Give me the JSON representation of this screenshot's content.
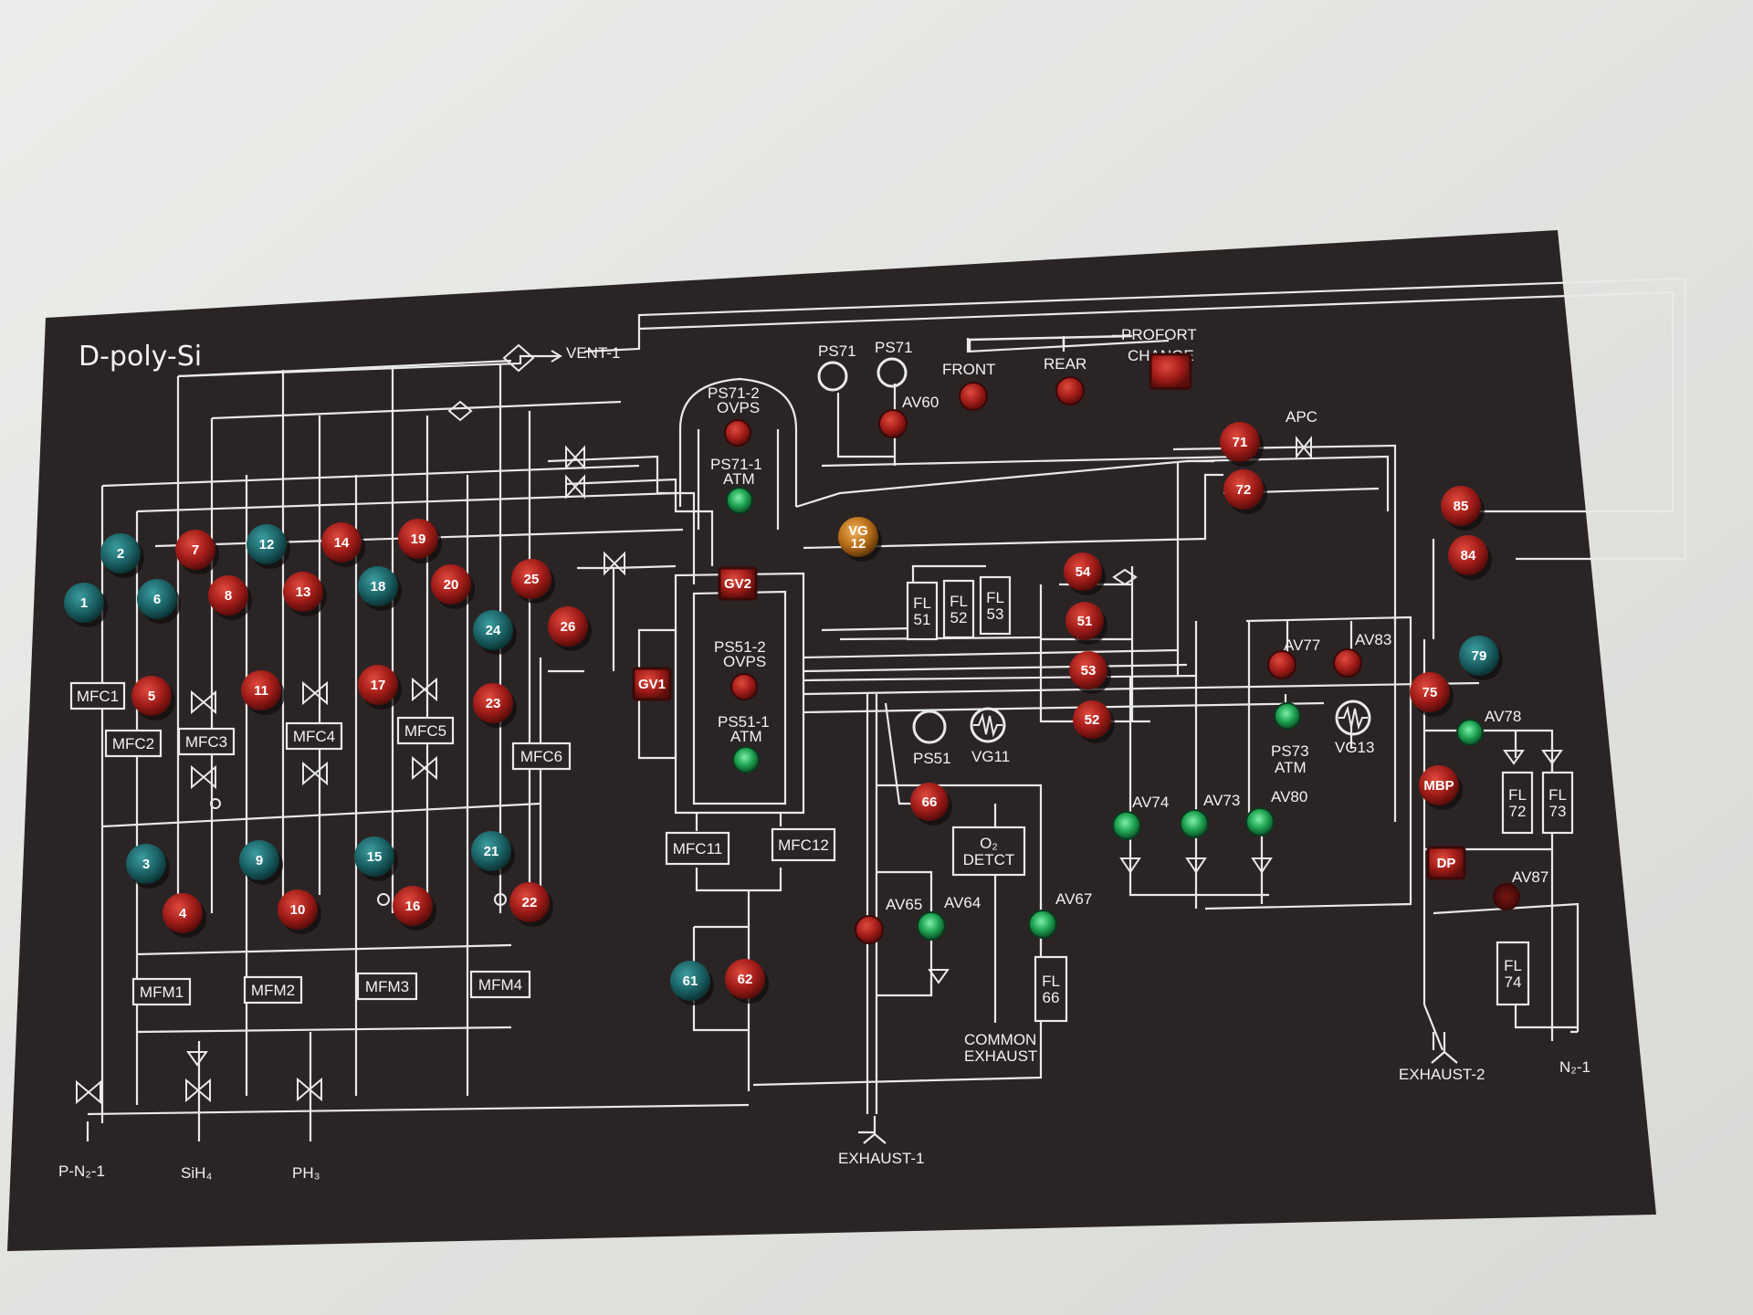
{
  "panel": {
    "title": "D-poly-Si",
    "colors": {
      "panel": "#2b2526",
      "line": "#e9e9e9",
      "red": "#b0201c",
      "teal": "#1f6f72",
      "green": "#22b05a",
      "amber": "#c77a1c"
    }
  },
  "labels": {
    "vent": "VENT-1",
    "ps71_a": "PS71",
    "ps71_b": "PS71",
    "av60": "AV60",
    "front": "FRONT",
    "rear": "REAR",
    "profort": "PROFORT",
    "change": "CHANGE",
    "apc": "APC",
    "ps71_2": "PS71-2",
    "ovps_1": "OVPS",
    "ps71_1": "PS71-1",
    "atm_1": "ATM",
    "ps51_2": "PS51-2",
    "ovps_2": "OVPS",
    "ps51_1": "PS51-1",
    "atm_2": "ATM",
    "ps51": "PS51",
    "vg11": "VG11",
    "av77": "AV77",
    "av83": "AV83",
    "ps73": "PS73",
    "atm_3": "ATM",
    "vg13": "VG13",
    "av78": "AV78",
    "av74": "AV74",
    "av73": "AV73",
    "av80": "AV80",
    "av65": "AV65",
    "av64": "AV64",
    "av67": "AV67",
    "av87": "AV87",
    "common": "COMMON",
    "exhaust": "EXHAUST",
    "exhaust1": "EXHAUST-1",
    "exhaust2": "EXHAUST-2",
    "n2_1": "N₂-1",
    "pn2_1": "P-N₂-1",
    "sih4": "SiH₄",
    "ph3": "PH₃"
  },
  "boxes": [
    {
      "id": "MFC1",
      "lines": [
        "MFC1"
      ]
    },
    {
      "id": "MFC2",
      "lines": [
        "MFC2"
      ]
    },
    {
      "id": "MFC3",
      "lines": [
        "MFC3"
      ]
    },
    {
      "id": "MFC4",
      "lines": [
        "MFC4"
      ]
    },
    {
      "id": "MFC5",
      "lines": [
        "MFC5"
      ]
    },
    {
      "id": "MFC6",
      "lines": [
        "MFC6"
      ]
    },
    {
      "id": "MFM1",
      "lines": [
        "MFM1"
      ]
    },
    {
      "id": "MFM2",
      "lines": [
        "MFM2"
      ]
    },
    {
      "id": "MFM3",
      "lines": [
        "MFM3"
      ]
    },
    {
      "id": "MFM4",
      "lines": [
        "MFM4"
      ]
    },
    {
      "id": "MFC11",
      "lines": [
        "MFC11"
      ]
    },
    {
      "id": "MFC12",
      "lines": [
        "MFC12"
      ]
    },
    {
      "id": "FL51",
      "lines": [
        "FL",
        "51"
      ]
    },
    {
      "id": "FL52",
      "lines": [
        "FL",
        "52"
      ]
    },
    {
      "id": "FL53",
      "lines": [
        "FL",
        "53"
      ]
    },
    {
      "id": "O2",
      "lines": [
        "O₂",
        "DETCT"
      ]
    },
    {
      "id": "FL66",
      "lines": [
        "FL",
        "66"
      ]
    },
    {
      "id": "FL72",
      "lines": [
        "FL",
        "72"
      ]
    },
    {
      "id": "FL73",
      "lines": [
        "FL",
        "73"
      ]
    },
    {
      "id": "FL74",
      "lines": [
        "FL",
        "74"
      ]
    }
  ],
  "indicators": [
    {
      "id": "1",
      "label": "1",
      "color": "teal"
    },
    {
      "id": "2",
      "label": "2",
      "color": "teal"
    },
    {
      "id": "3",
      "label": "3",
      "color": "teal"
    },
    {
      "id": "4",
      "label": "4",
      "color": "red"
    },
    {
      "id": "5",
      "label": "5",
      "color": "red"
    },
    {
      "id": "6",
      "label": "6",
      "color": "teal"
    },
    {
      "id": "7",
      "label": "7",
      "color": "red"
    },
    {
      "id": "8",
      "label": "8",
      "color": "red"
    },
    {
      "id": "9",
      "label": "9",
      "color": "teal"
    },
    {
      "id": "10",
      "label": "10",
      "color": "red"
    },
    {
      "id": "11",
      "label": "11",
      "color": "red"
    },
    {
      "id": "12",
      "label": "12",
      "color": "teal"
    },
    {
      "id": "13",
      "label": "13",
      "color": "red"
    },
    {
      "id": "14",
      "label": "14",
      "color": "red"
    },
    {
      "id": "15",
      "label": "15",
      "color": "teal"
    },
    {
      "id": "16",
      "label": "16",
      "color": "red"
    },
    {
      "id": "17",
      "label": "17",
      "color": "red"
    },
    {
      "id": "18",
      "label": "18",
      "color": "teal"
    },
    {
      "id": "19",
      "label": "19",
      "color": "red"
    },
    {
      "id": "20",
      "label": "20",
      "color": "red"
    },
    {
      "id": "21",
      "label": "21",
      "color": "teal"
    },
    {
      "id": "22",
      "label": "22",
      "color": "red"
    },
    {
      "id": "23",
      "label": "23",
      "color": "red"
    },
    {
      "id": "24",
      "label": "24",
      "color": "teal"
    },
    {
      "id": "25",
      "label": "25",
      "color": "red"
    },
    {
      "id": "26",
      "label": "26",
      "color": "red"
    },
    {
      "id": "GV2",
      "label": "GV2",
      "color": "red",
      "shape": "square"
    },
    {
      "id": "GV1",
      "label": "GV1",
      "color": "red",
      "shape": "square"
    },
    {
      "id": "VG12",
      "label": "VG 12",
      "color": "amber"
    },
    {
      "id": "54",
      "label": "54",
      "color": "red"
    },
    {
      "id": "51",
      "label": "51",
      "color": "red"
    },
    {
      "id": "53",
      "label": "53",
      "color": "red"
    },
    {
      "id": "52",
      "label": "52",
      "color": "red"
    },
    {
      "id": "66",
      "label": "66",
      "color": "red"
    },
    {
      "id": "61",
      "label": "61",
      "color": "teal"
    },
    {
      "id": "62",
      "label": "62",
      "color": "red"
    },
    {
      "id": "71",
      "label": "71",
      "color": "red"
    },
    {
      "id": "72",
      "label": "72",
      "color": "red"
    },
    {
      "id": "85",
      "label": "85",
      "color": "red"
    },
    {
      "id": "84",
      "label": "84",
      "color": "red"
    },
    {
      "id": "79",
      "label": "79",
      "color": "teal"
    },
    {
      "id": "75",
      "label": "75",
      "color": "red"
    },
    {
      "id": "MBP",
      "label": "MBP",
      "color": "red"
    },
    {
      "id": "DP",
      "label": "DP",
      "color": "red",
      "shape": "square"
    },
    {
      "id": "PROFORT",
      "label": "",
      "color": "red",
      "shape": "square"
    }
  ]
}
